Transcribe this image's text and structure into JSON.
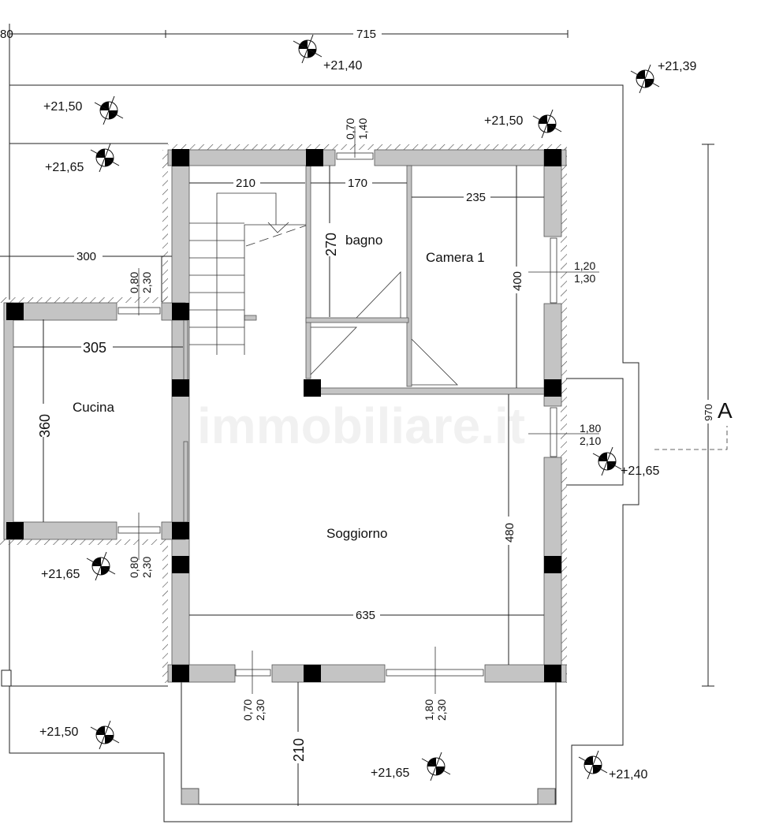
{
  "rooms": {
    "cucina": "Cucina",
    "bagno": "bagno",
    "camera": "Camera 1",
    "soggiorno": "Soggiorno"
  },
  "dimensions": {
    "top_left": "80",
    "top_total": "715",
    "left_300": "300",
    "cucina_width": "305",
    "cucina_height": "360",
    "stair_width": "210",
    "bagno_width": "170",
    "camera_width": "235",
    "bagno_height": "270",
    "camera_height": "400",
    "soggiorno_height": "480",
    "soggiorno_width": "635",
    "terrace_depth": "210",
    "total_height": "970"
  },
  "windows": {
    "top": [
      "0,70",
      "1,40"
    ],
    "camera": [
      "1,20",
      "1,30"
    ],
    "soggiorno_right": [
      "1,80",
      "2,10"
    ],
    "cucina_top": [
      "0,80",
      "2,30"
    ],
    "cucina_bottom": [
      "0,80",
      "2,30"
    ],
    "bottom_left": [
      "0,70",
      "2,30"
    ],
    "bottom_right": [
      "1,80",
      "2,30"
    ]
  },
  "elevations": [
    "+21,40",
    "+21,39",
    "+21,50",
    "+21,65",
    "+21,50",
    "+21,65",
    "+21,65",
    "+21,50",
    "+21,65",
    "+21,40"
  ],
  "section_label": "A",
  "watermark": "immobiliare.it"
}
